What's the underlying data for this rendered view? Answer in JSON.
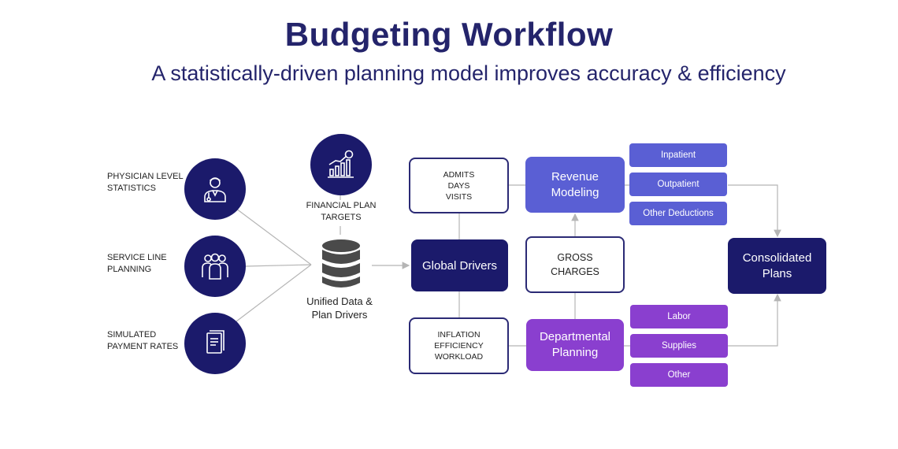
{
  "title": "Budgeting Workflow",
  "subtitle": "A statistically-driven planning model improves accuracy & efficiency",
  "inputs": [
    {
      "line1": "PHYSICIAN LEVEL",
      "line2": "STATISTICS",
      "icon": "doctor-icon"
    },
    {
      "line1": "SERVICE LINE",
      "line2": "PLANNING",
      "icon": "group-icon"
    },
    {
      "line1": "SIMULATED",
      "line2": "PAYMENT RATES",
      "icon": "document-icon"
    }
  ],
  "financial_targets": {
    "line1": "FINANCIAL PLAN",
    "line2": "TARGETS",
    "icon": "growth-chart-icon"
  },
  "unified_data": {
    "line1": "Unified Data &",
    "line2": "Plan Drivers",
    "icon": "database-icon"
  },
  "global_drivers": "Global Drivers",
  "volume_box": [
    "ADMITS",
    "DAYS",
    "VISITS"
  ],
  "cost_box": [
    "INFLATION",
    "EFFICIENCY",
    "WORKLOAD"
  ],
  "revenue_modeling": {
    "line1": "Revenue",
    "line2": "Modeling"
  },
  "gross_charges": {
    "line1": "GROSS",
    "line2": "CHARGES"
  },
  "departmental_planning": {
    "line1": "Departmental",
    "line2": "Planning"
  },
  "revenue_items": [
    "Inpatient",
    "Outpatient",
    "Other Deductions"
  ],
  "expense_items": [
    "Labor",
    "Supplies",
    "Other"
  ],
  "consolidated": {
    "line1": "Consolidated",
    "line2": "Plans"
  },
  "colors": {
    "navy": "#1b1a6b",
    "revenue_blue": "#5a5fd4",
    "expense_purple": "#8a3fcf",
    "connector": "#b5b5b5"
  }
}
